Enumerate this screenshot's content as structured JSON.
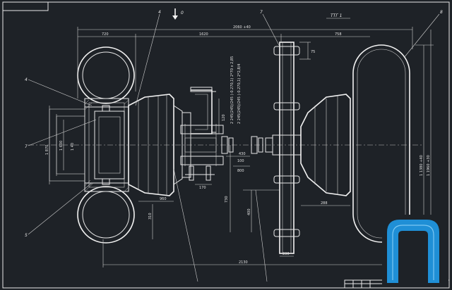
{
  "sheet": {
    "title_mark": "ТТГ 1",
    "view_label": "0"
  },
  "callouts": [
    {
      "id": "c1",
      "text": "4"
    },
    {
      "id": "c2",
      "text": "7"
    },
    {
      "id": "c3",
      "text": "8"
    },
    {
      "id": "c4",
      "text": "4"
    },
    {
      "id": "c5",
      "text": "7"
    },
    {
      "id": "c6",
      "text": "5"
    }
  ],
  "dimensions": {
    "top_overall": "2060 +40",
    "top_left": "720",
    "top_mid": "1620",
    "top_right": "758",
    "right_small": "75",
    "right_tall_1": "1 1380 +40",
    "right_tall_2": "1 1960 +30",
    "left_1": "1 870",
    "left_2": "1 600",
    "left_3": "1 40",
    "vert_note_1": "2 245(245)/245 (-0.270,1) 2*70 х 2,85",
    "vert_note_2": "2 245(245)/245 (-0.270,1) 2*2,8/4",
    "mid_120": "120",
    "mid_100": "100",
    "mid_430": "430",
    "mid_800": "800",
    "mid_170": "170",
    "mid_730": "730",
    "mid_400": "400",
    "mid_288": "288",
    "mid_960": "960",
    "bottom_310": "310",
    "bottom_230": "230",
    "bottom_overall": "2130"
  },
  "colors": {
    "background": "#1e2227",
    "lines": "#e8e8e8",
    "logo_blue": "#1f8fd6"
  }
}
